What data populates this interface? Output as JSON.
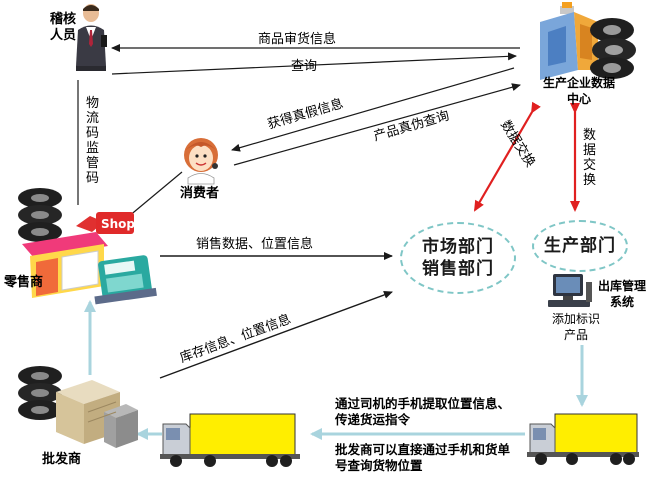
{
  "nodes": {
    "auditor": "稽核人员",
    "data_center_line1": "生产企业数据",
    "data_center_line2": "中心",
    "consumer": "消费者",
    "retailer": "零售商",
    "wholesaler": "批发商",
    "shop_sign": "Shop",
    "outbound_system_line1": "出库管理",
    "outbound_system_line2": "系统",
    "tagging_line1": "添加标识",
    "tagging_line2": "产品"
  },
  "departments": {
    "market_line1": "市场部门",
    "market_line2": "销售部门",
    "production": "生产部门"
  },
  "edges": {
    "goods_audit": "商品审货信息",
    "query": "查询",
    "get_authenticity": "获得真假信息",
    "product_check": "产品真伪查询",
    "logistics_code": "物流码监管码",
    "data_exchange_left": "数据交换",
    "data_exchange_right": "数据交换",
    "sales_data": "销售数据、位置信息",
    "inventory_info": "库存信息、位置信息",
    "driver_line1": "通过司机的手机提取位置信息、",
    "driver_line2": "传递货运指令",
    "wholesaler_line1": "批发商可以直接通过手机和货单",
    "wholesaler_line2": "号查询货物位置"
  },
  "colors": {
    "arrow_dark": "#1a1a1a",
    "arrow_red": "#e02020",
    "arrow_lightblue": "#a9d4de",
    "truck_body": "#ffee00",
    "dept_border": "#7fc6c6"
  }
}
